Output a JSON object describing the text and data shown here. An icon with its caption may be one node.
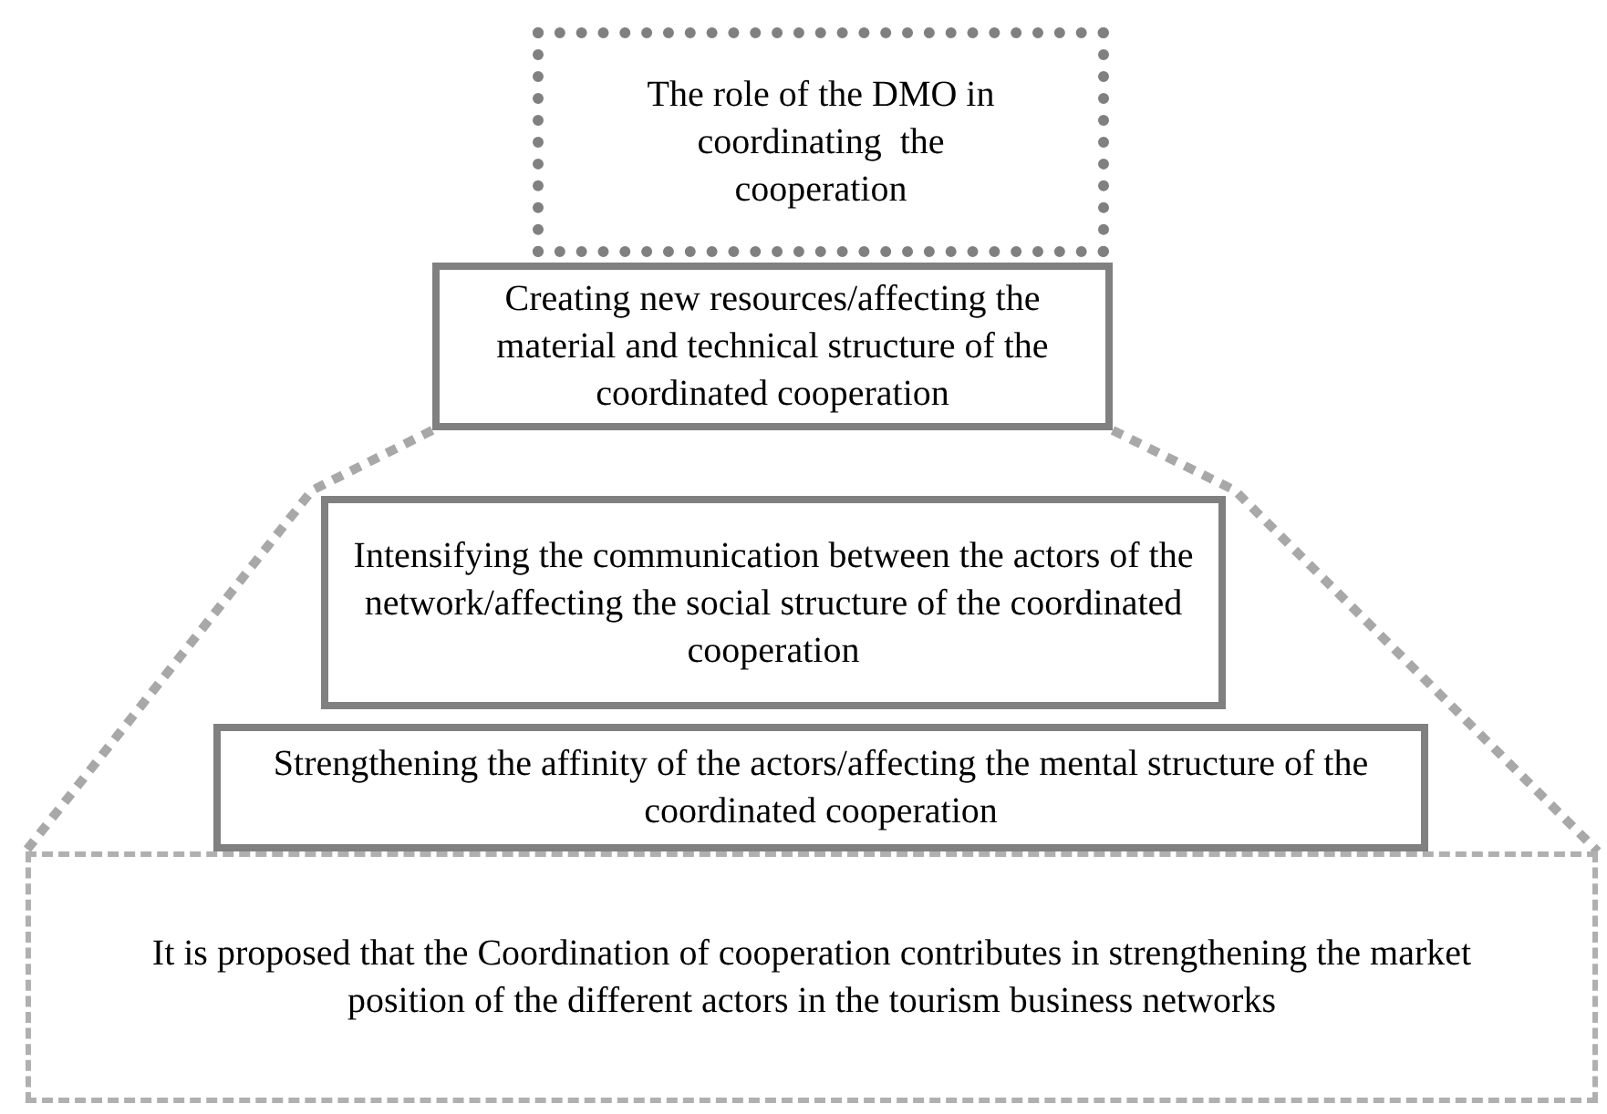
{
  "diagram": {
    "nodes": [
      {
        "text": [
          "The role of the DMO in coordinating  the cooperation"
        ]
      },
      {
        "text": [
          "Creating new resources/affecting the material and technical structure of the coordinated cooperation"
        ]
      },
      {
        "text": [
          "Intensifying the communication between the actors of the network/affecting the social structure of the coordinated cooperation"
        ]
      },
      {
        "text": [
          "Strengthening the affinity of the actors/affecting the mental structure of the coordinated cooperation"
        ]
      },
      {
        "text": [
          "It is proposed that the Coordination of cooperation contributes in strengthening the market position of the different actors in the tourism business networks"
        ]
      }
    ],
    "edges": [
      {
        "from": 1,
        "to": 4,
        "arrow": "none",
        "style": "dashed"
      },
      {
        "from": 1,
        "to": 4,
        "arrow": "none",
        "style": "dashed"
      }
    ]
  }
}
